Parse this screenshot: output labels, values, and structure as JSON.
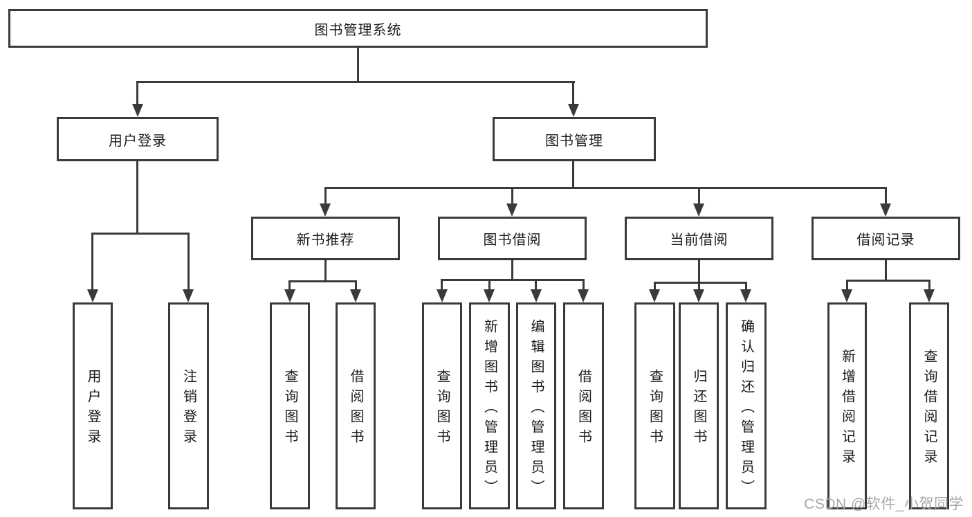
{
  "tree": {
    "label": "图书管理系统",
    "children": [
      {
        "label": "用户登录",
        "children": [
          {
            "label": "用户登录"
          },
          {
            "label": "注销登录"
          }
        ]
      },
      {
        "label": "图书管理",
        "children": [
          {
            "label": "新书推荐",
            "children": [
              {
                "label": "查询图书"
              },
              {
                "label": "借阅图书"
              }
            ]
          },
          {
            "label": "图书借阅",
            "children": [
              {
                "label": "查询图书"
              },
              {
                "label": "新增图书（管理员）"
              },
              {
                "label": "编辑图书（管理员）"
              },
              {
                "label": "借阅图书"
              }
            ]
          },
          {
            "label": "当前借阅",
            "children": [
              {
                "label": "查询图书"
              },
              {
                "label": "归还图书"
              },
              {
                "label": "确认归还（管理员）"
              }
            ]
          },
          {
            "label": "借阅记录",
            "children": [
              {
                "label": "新增借阅记录"
              },
              {
                "label": "查询借阅记录"
              }
            ]
          }
        ]
      }
    ]
  },
  "watermark": {
    "text": "CSDN @软件_小贺同学"
  },
  "colors": {
    "line": "#3a3a3a",
    "text": "#1b1b1b",
    "watermark_text": "#a8a8a8",
    "background": "#ffffff"
  }
}
